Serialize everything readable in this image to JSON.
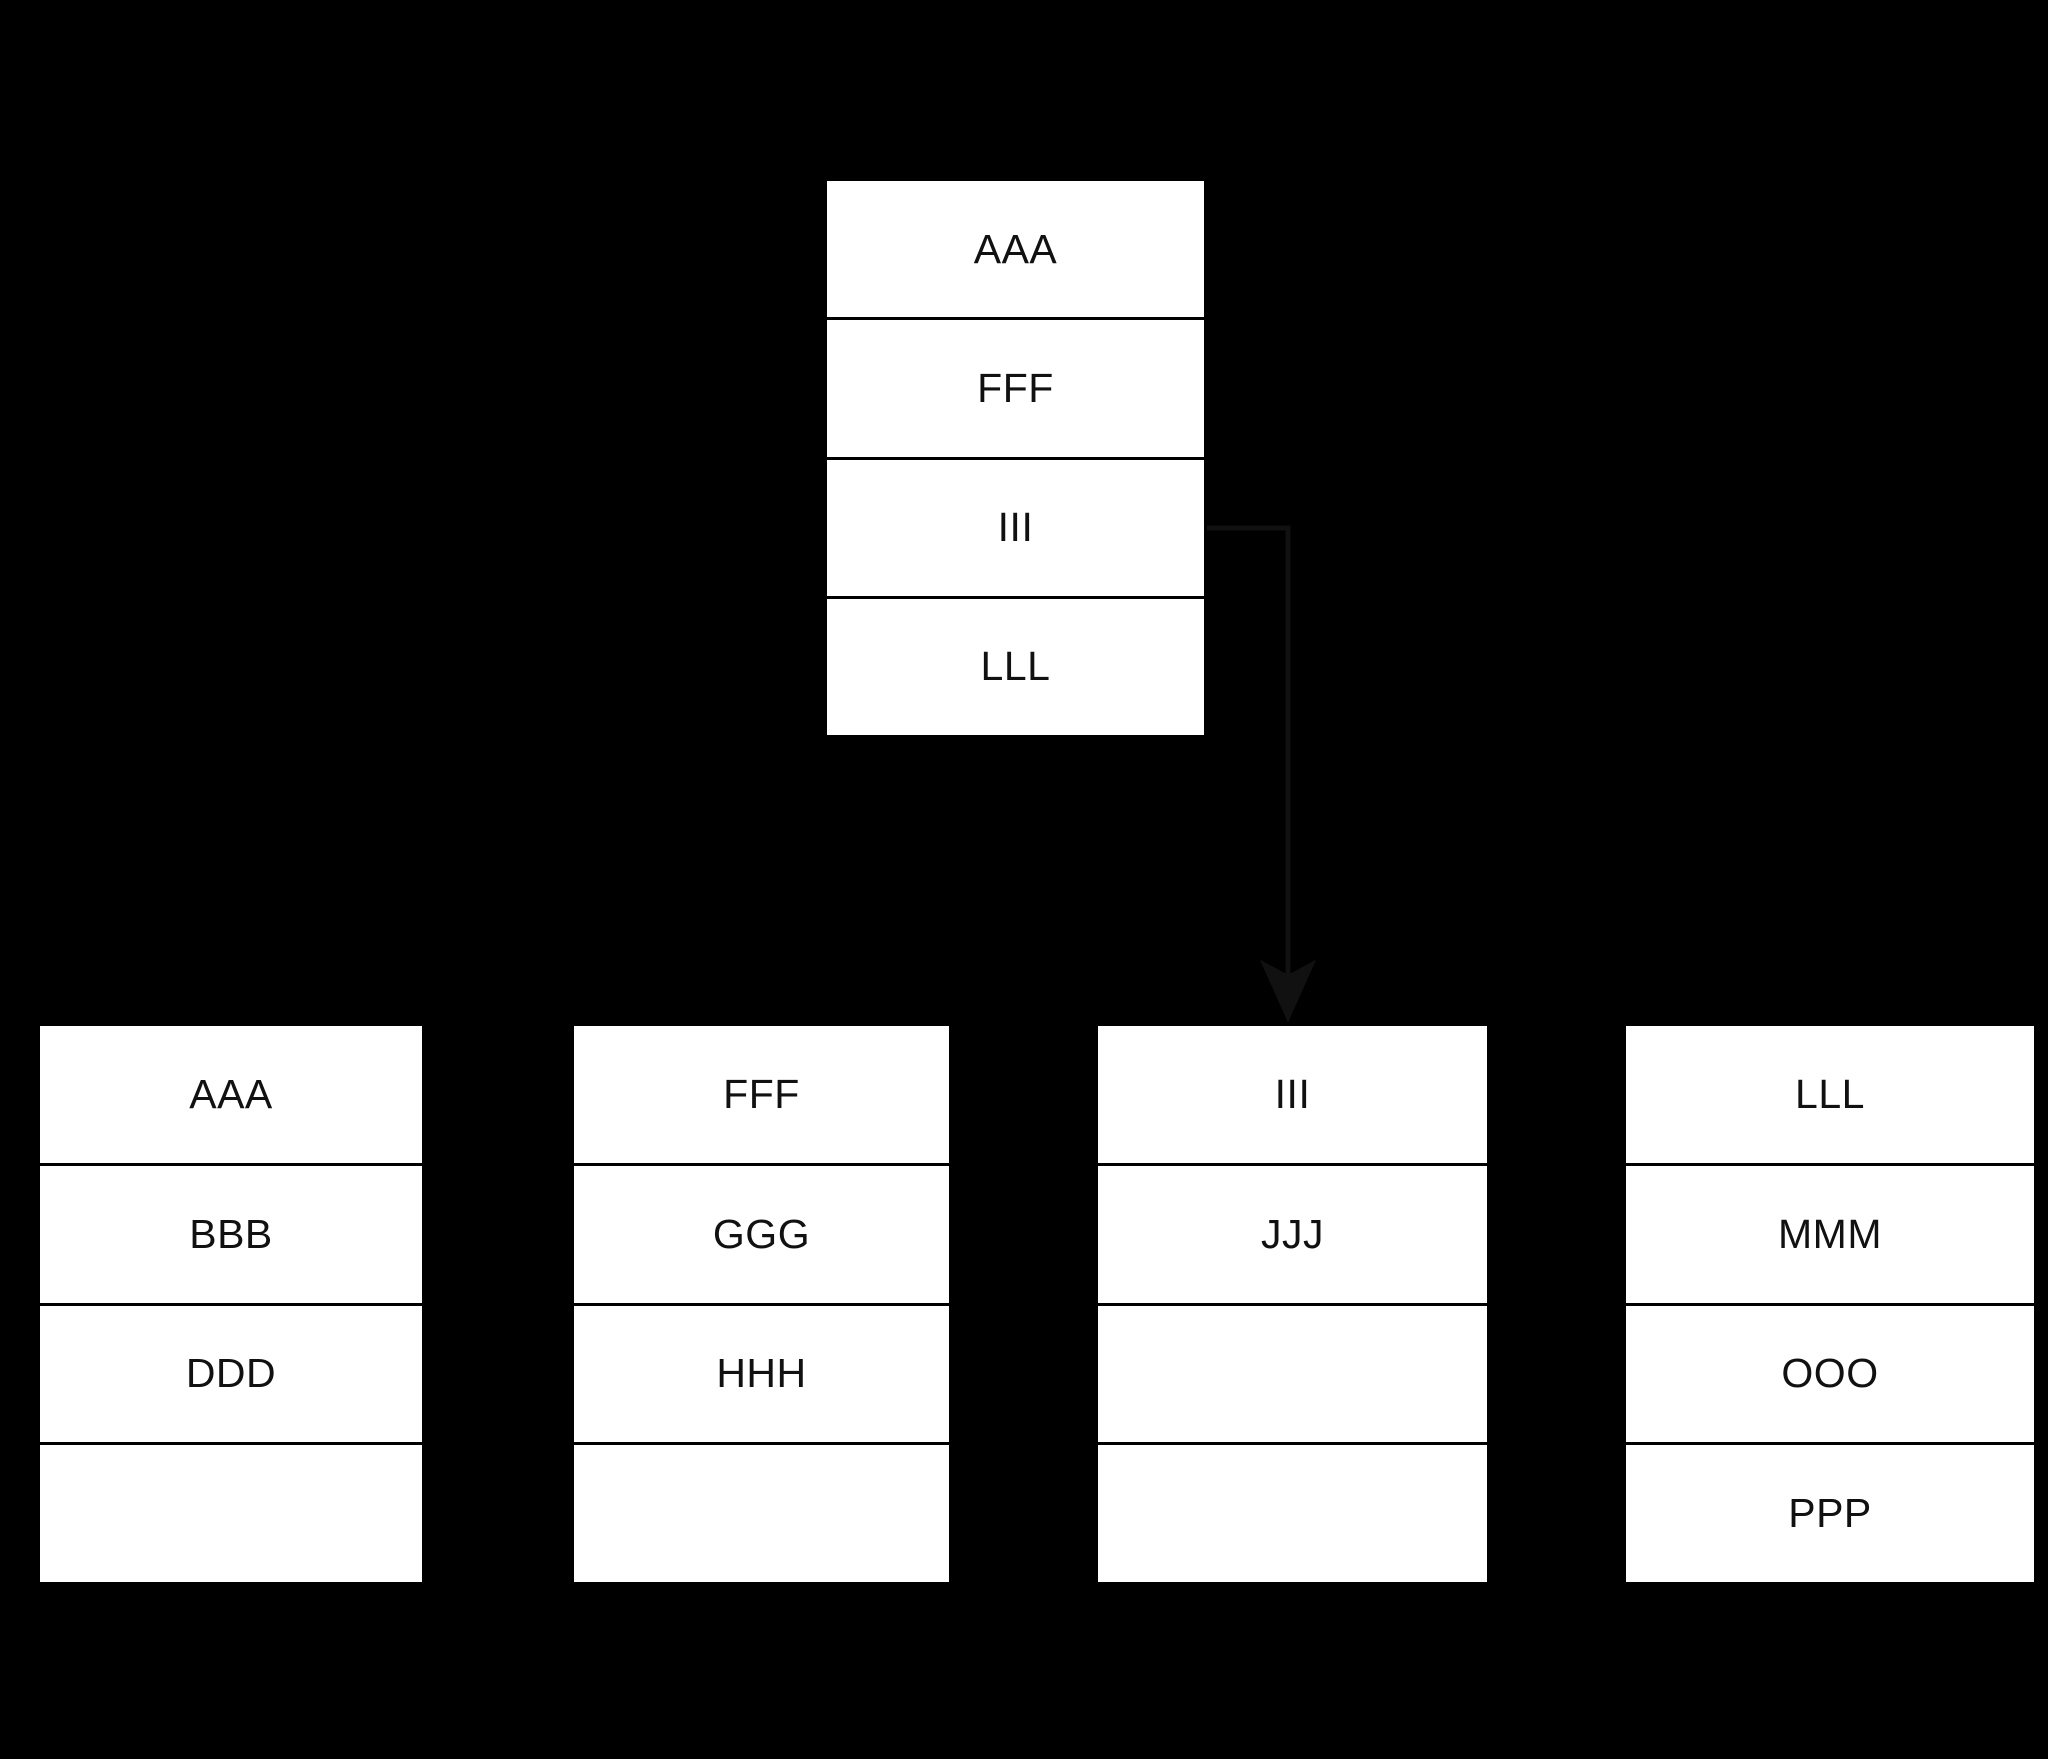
{
  "diagram": {
    "background_color": "#000000",
    "box_fill_color": "#ffffff",
    "box_border_color": "#000000",
    "text_color": "#111111",
    "connector_color": "#111111"
  },
  "source_table": {
    "name": "top-table",
    "rows": [
      {
        "label": "AAA"
      },
      {
        "label": "FFF"
      },
      {
        "label": "III"
      },
      {
        "label": "LLL"
      }
    ]
  },
  "target_tables": [
    {
      "name": "table-aaa",
      "rows": [
        {
          "label": "AAA"
        },
        {
          "label": "BBB"
        },
        {
          "label": "DDD"
        },
        {
          "label": ""
        }
      ]
    },
    {
      "name": "table-fff",
      "rows": [
        {
          "label": "FFF"
        },
        {
          "label": "GGG"
        },
        {
          "label": "HHH"
        },
        {
          "label": ""
        }
      ]
    },
    {
      "name": "table-iii",
      "rows": [
        {
          "label": "III"
        },
        {
          "label": "JJJ"
        },
        {
          "label": ""
        },
        {
          "label": ""
        }
      ]
    },
    {
      "name": "table-lll",
      "rows": [
        {
          "label": "LLL"
        },
        {
          "label": "MMM"
        },
        {
          "label": "OOO"
        },
        {
          "label": "PPP"
        }
      ]
    }
  ],
  "connector": {
    "name": "iii-mapping-arrow",
    "from_row_label": "III",
    "to_table_label": "III",
    "direction": "down"
  }
}
